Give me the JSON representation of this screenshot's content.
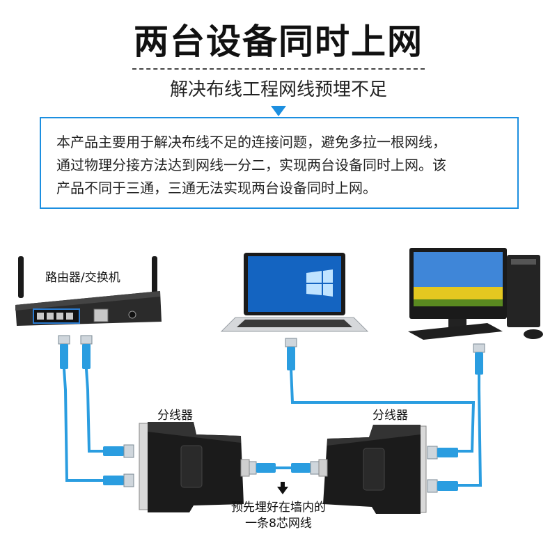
{
  "header": {
    "title": "两台设备同时上网",
    "subtitle": "解决布线工程网线预埋不足"
  },
  "description": {
    "lines": [
      "本产品主要用于解决布线不足的连接问题，避免多拉一根网线，",
      "通过物理分接方法达到网线一分二，实现两台设备同时上网。该",
      "产品不同于三通，三通无法实现两台设备同时上网。"
    ]
  },
  "diagram": {
    "router_label": "路由器/交换机",
    "splitter_left_label": "分线器",
    "splitter_right_label": "分线器",
    "wall_cable_label_line1": "预先埋好在墙内的",
    "wall_cable_label_line2": "一条8芯网线"
  },
  "colors": {
    "accent": "#1c8fe0",
    "cable": "#2a9de0"
  }
}
